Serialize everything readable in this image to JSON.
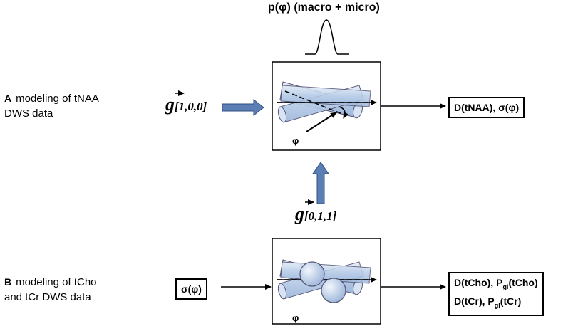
{
  "top_title": "p(φ) (macro + micro)",
  "section_a": {
    "letter": "A",
    "line1": "modeling of tNAA",
    "line2": "DWS data"
  },
  "section_b": {
    "letter": "B",
    "line1": "modeling of tCho",
    "line2": "and tCr DWS data"
  },
  "g1": {
    "symbol": "g",
    "index": "[1,0,0]"
  },
  "g2": {
    "symbol": "g",
    "index": "[0,1,1]"
  },
  "phi_label_top": "φ",
  "phi_label_bottom": "φ",
  "output_a": "D(tNAA), σ(φ)",
  "input_b": "σ(φ)",
  "output_b": {
    "line1_pre": "D(tCho), P",
    "line1_sub": "gl",
    "line1_post": "(tCho)",
    "line2_pre": "D(tCr), P",
    "line2_sub": "gl",
    "line2_post": "(tCr)"
  },
  "colors": {
    "arrow_fill": "#5b7fb5",
    "arrow_stroke": "#2f4f7f",
    "cylinder": "#b8cde8"
  }
}
